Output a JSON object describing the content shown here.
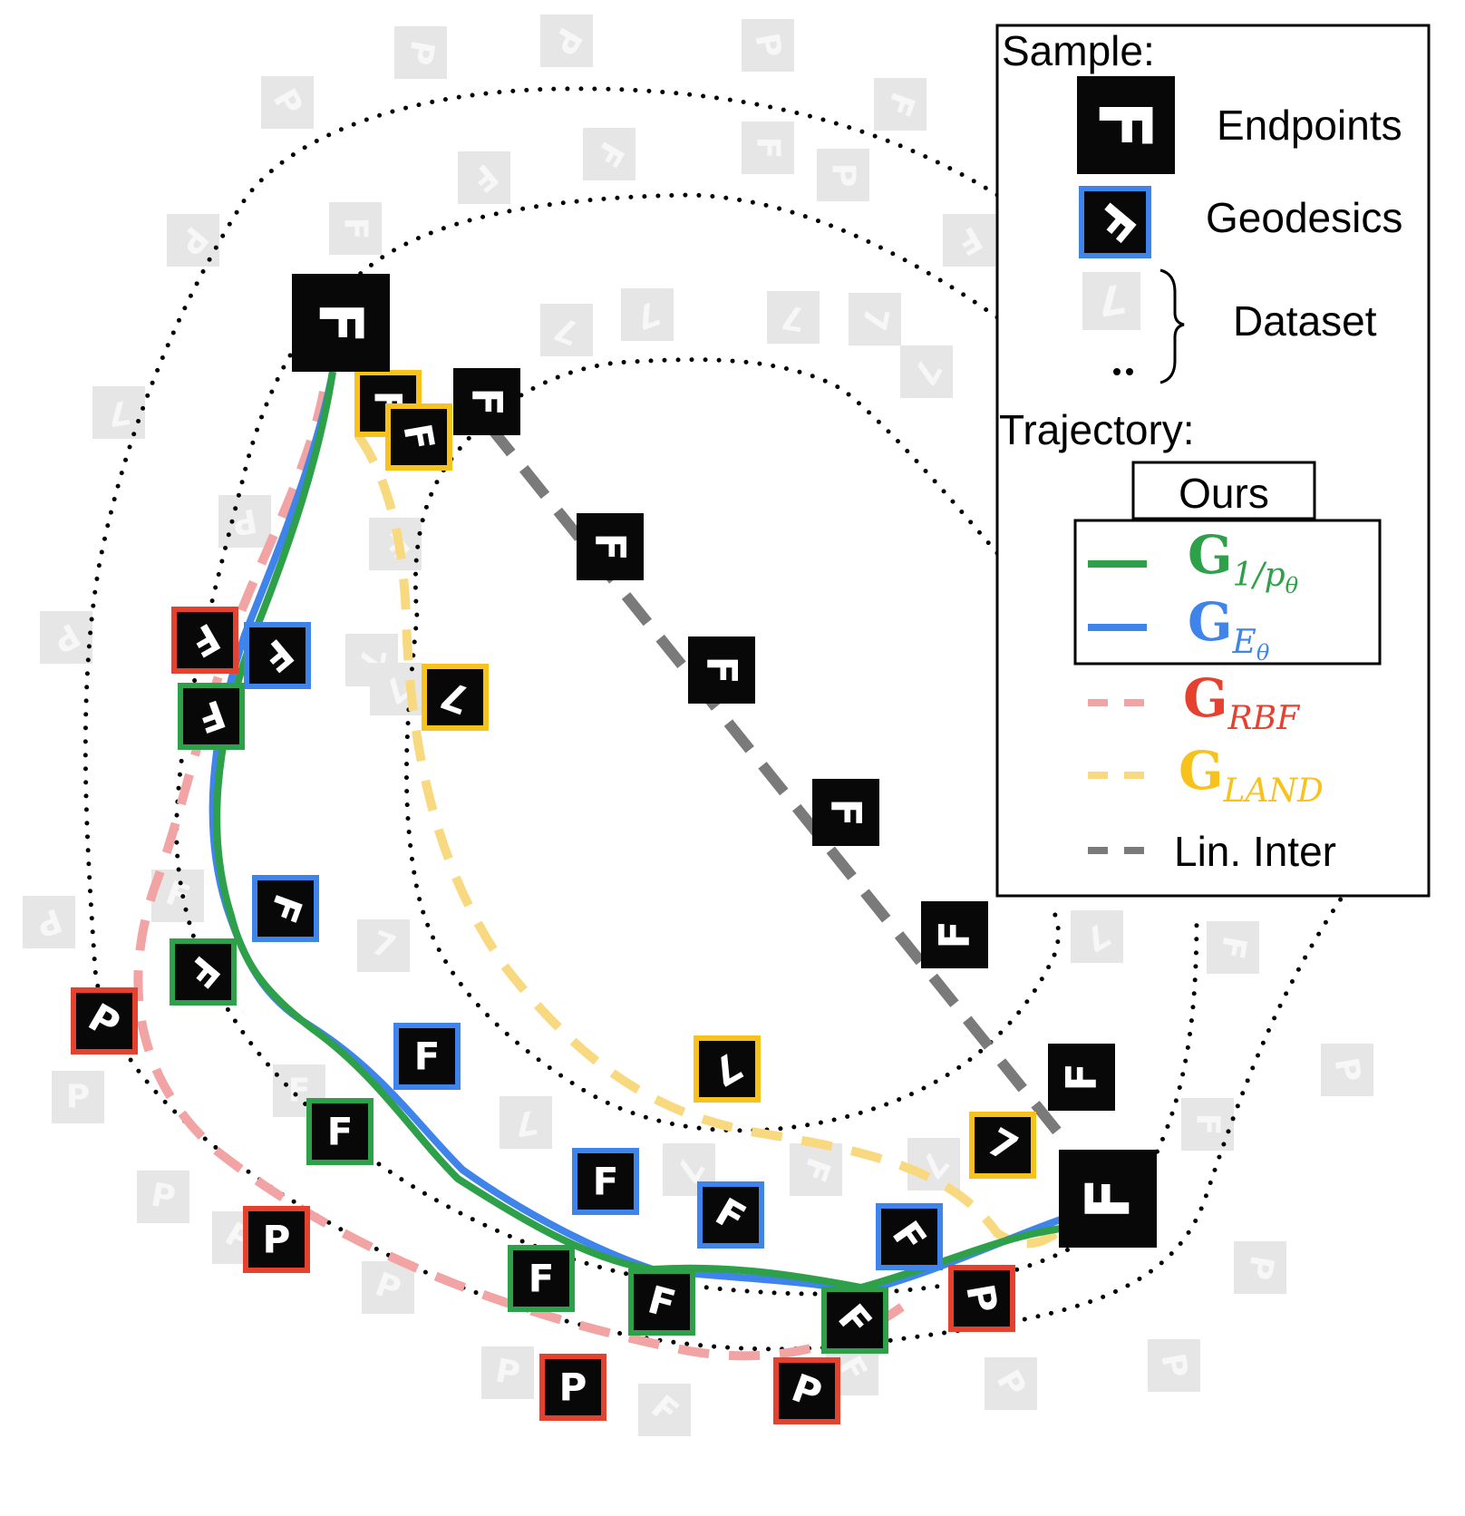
{
  "colors": {
    "green": "#2ea04a",
    "blue": "#3f84ea",
    "red": "#e5412f",
    "pink": "#f2a3a3",
    "yellow": "#f7c21b",
    "lightyellow": "#f8d980",
    "gray": "#7a7a7a",
    "tile_dark": "#080808",
    "tile_faded": "#e6e6e6",
    "glyph_faded": "#f7f7f7"
  },
  "legend": {
    "sample_heading": "Sample:",
    "endpoints_label": "Endpoints",
    "geodesics_label": "Geodesics",
    "dataset_label": "Dataset",
    "trajectory_heading": "Trajectory:",
    "ours_label": "Ours",
    "g_symbol": "G",
    "g1_subscript": "1/p",
    "g1_subscript_sub": "θ",
    "ge_subscript": "E",
    "ge_subscript_sub": "θ",
    "grbf_subscript": "RBF",
    "gland_subscript": "LAND",
    "lin_label": "Lin. Inter",
    "endpoint_icon_glyph": "F",
    "geodesic_icon_glyph": "F",
    "dataset_icon_glyph": "7"
  },
  "tiles": {
    "endpoints": [
      {
        "glyph": "F",
        "rot": 90
      },
      {
        "glyph": "F",
        "rot": -90
      }
    ],
    "green": [
      {
        "glyph": "F",
        "rot": 160
      },
      {
        "glyph": "F",
        "rot": 130
      },
      {
        "glyph": "F",
        "rot": 0
      },
      {
        "glyph": "F",
        "rot": 0
      },
      {
        "glyph": "F",
        "rot": 15
      },
      {
        "glyph": "F",
        "rot": 50
      }
    ],
    "blue": [
      {
        "glyph": "F",
        "rot": 140
      },
      {
        "glyph": "F",
        "rot": 110
      },
      {
        "glyph": "F",
        "rot": 0
      },
      {
        "glyph": "F",
        "rot": 0
      },
      {
        "glyph": "F",
        "rot": 30
      },
      {
        "glyph": "F",
        "rot": 55
      }
    ],
    "red": [
      {
        "glyph": "F",
        "rot": 150
      },
      {
        "glyph": "P",
        "rot": 30
      },
      {
        "glyph": "P",
        "rot": 0
      },
      {
        "glyph": "P",
        "rot": 0
      },
      {
        "glyph": "P",
        "rot": 20
      },
      {
        "glyph": "P",
        "rot": 80
      }
    ],
    "yellow": [
      {
        "glyph": "F",
        "rot": 90
      },
      {
        "glyph": "F",
        "rot": 80
      },
      {
        "glyph": "7",
        "rot": 200
      },
      {
        "glyph": "7",
        "rot": 150
      },
      {
        "glyph": "7",
        "rot": 30
      }
    ],
    "linear": [
      {
        "glyph": "F",
        "rot": 90
      },
      {
        "glyph": "F",
        "rot": 90
      },
      {
        "glyph": "F",
        "rot": 90
      },
      {
        "glyph": "F",
        "rot": 90
      },
      {
        "glyph": "F",
        "rot": -90
      },
      {
        "glyph": "F",
        "rot": -90
      }
    ]
  },
  "dataset_faded": [
    {
      "glyph": "P",
      "rot": 100
    },
    {
      "glyph": "P",
      "rot": 120
    },
    {
      "glyph": "P",
      "rot": 80
    },
    {
      "glyph": "P",
      "rot": 60
    },
    {
      "glyph": "F",
      "rot": 110
    },
    {
      "glyph": "F",
      "rot": 140
    },
    {
      "glyph": "F",
      "rot": 120
    },
    {
      "glyph": "F",
      "rot": 90
    },
    {
      "glyph": "P",
      "rot": 90
    },
    {
      "glyph": "F",
      "rot": 90
    },
    {
      "glyph": "P",
      "rot": 130
    },
    {
      "glyph": "F",
      "rot": 150
    },
    {
      "glyph": "7",
      "rot": 170
    },
    {
      "glyph": "7",
      "rot": 200
    },
    {
      "glyph": "7",
      "rot": 160
    },
    {
      "glyph": "7",
      "rot": 190
    },
    {
      "glyph": "P",
      "rot": 150
    },
    {
      "glyph": "7",
      "rot": 100
    },
    {
      "glyph": "7",
      "rot": 120
    },
    {
      "glyph": "P",
      "rot": 170
    },
    {
      "glyph": "F",
      "rot": 140
    },
    {
      "glyph": "7",
      "rot": 100
    },
    {
      "glyph": "7",
      "rot": 140
    },
    {
      "glyph": "P",
      "rot": 160
    },
    {
      "glyph": "F",
      "rot": 20
    },
    {
      "glyph": "7",
      "rot": 20
    },
    {
      "glyph": "P",
      "rot": 0
    },
    {
      "glyph": "F",
      "rot": 0
    },
    {
      "glyph": "P",
      "rot": 10
    },
    {
      "glyph": "P",
      "rot": 30
    },
    {
      "glyph": "P",
      "rot": 20
    },
    {
      "glyph": "P",
      "rot": 10
    },
    {
      "glyph": "F",
      "rot": 40
    },
    {
      "glyph": "F",
      "rot": 60
    },
    {
      "glyph": "P",
      "rot": 60
    },
    {
      "glyph": "P",
      "rot": 80
    },
    {
      "glyph": "F",
      "rot": 90
    },
    {
      "glyph": "F",
      "rot": 100
    },
    {
      "glyph": "P",
      "rot": 100
    },
    {
      "glyph": "P",
      "rot": 80
    },
    {
      "glyph": "7",
      "rot": 170
    },
    {
      "glyph": "7",
      "rot": 120
    },
    {
      "glyph": "F",
      "rot": 110
    },
    {
      "glyph": "7",
      "rot": 130
    },
    {
      "glyph": "7",
      "rot": 150
    }
  ]
}
